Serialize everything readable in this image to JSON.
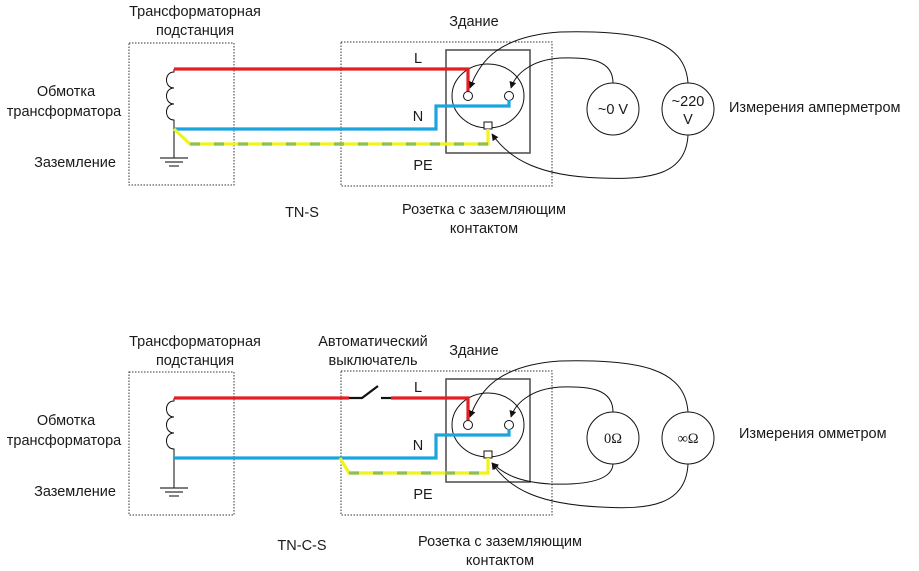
{
  "diagrams": [
    {
      "id": "tn-s",
      "system_label": "TN-S",
      "substation_label_line1": "Трансформаторная",
      "substation_label_line2": "подстанция",
      "winding_label_line1": "Обмотка",
      "winding_label_line2": "трансформатора",
      "grounding_label": "Заземление",
      "building_label": "Здание",
      "wire_L_label": "L",
      "wire_N_label": "N",
      "wire_PE_label": "PE",
      "socket_label_line1": "Розетка с заземляющим",
      "socket_label_line2": "контактом",
      "meter1_line1": "~0 V",
      "meter2_line1": "~220",
      "meter2_line2": "V",
      "measurement_label": "Измерения амперметром"
    },
    {
      "id": "tn-c-s",
      "system_label": "TN-C-S",
      "substation_label_line1": "Трансформаторная",
      "substation_label_line2": "подстанция",
      "breaker_label_line1": "Автоматический",
      "breaker_label_line2": "выключатель",
      "winding_label_line1": "Обмотка",
      "winding_label_line2": "трансформатора",
      "grounding_label": "Заземление",
      "building_label": "Здание",
      "wire_L_label": "L",
      "wire_N_label": "N",
      "wire_PE_label": "PE",
      "socket_label_line1": "Розетка с заземляющим",
      "socket_label_line2": "контактом",
      "meter1_line1": "0Ω",
      "meter2_line1": "∞Ω",
      "measurement_label": "Измерения омметром"
    }
  ],
  "colors": {
    "phase_L": "#e31e24",
    "neutral_N": "#1ca5dc",
    "protective_PE_yellow": "#f2f21c",
    "protective_PE_green": "#8cbf5a"
  }
}
